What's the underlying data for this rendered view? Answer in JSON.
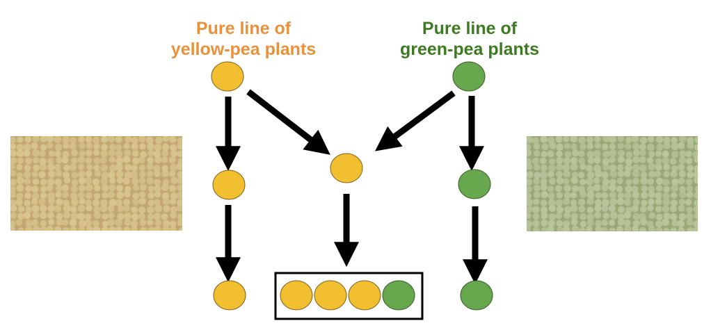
{
  "titles": {
    "yellow_line": {
      "line1": "Pure line of",
      "line2": "yellow-pea plants",
      "color": "#e8913a"
    },
    "green_line": {
      "line1": "Pure line of",
      "line2": "green-pea plants",
      "color": "#3d7a22"
    }
  },
  "colors": {
    "yellow_pea": "#f2bf31",
    "yellow_pea_stroke": "#7a6220",
    "green_pea": "#67a84f",
    "green_pea_stroke": "#3d5a2a",
    "arrow": "#000000",
    "box_border": "#000000",
    "yellow_photo_base": "#c2a870",
    "yellow_photo_pea": "#d8c48e",
    "green_photo_base": "#9aa878",
    "green_photo_pea": "#b9c59a"
  },
  "nodes": {
    "yellow_parent": "yellow",
    "green_parent": "green",
    "yellow_selfed": "yellow",
    "hybrid_f1": "yellow",
    "green_selfed": "green",
    "yellow_selfed_next": "yellow",
    "green_selfed_next": "green",
    "f2_offspring": [
      "yellow",
      "yellow",
      "yellow",
      "green"
    ]
  },
  "f2_ratio": "3:1",
  "images": {
    "yellow_peas": "yellow dried peas photo",
    "green_peas": "green dried peas photo"
  }
}
